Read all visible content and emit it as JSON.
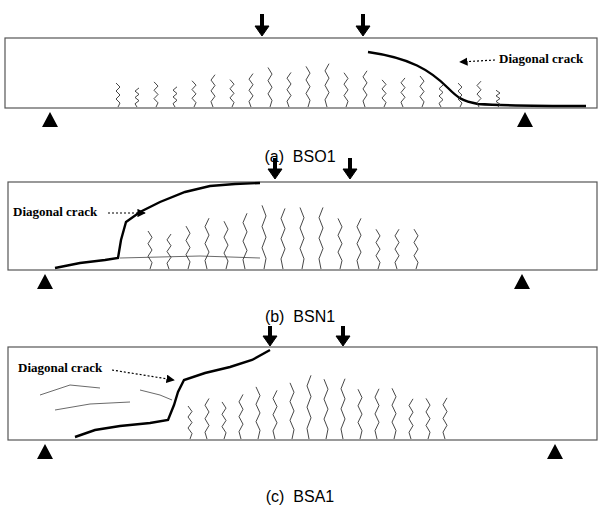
{
  "diagram": {
    "labels": [
      "Diagonal crack",
      "(a)  BSO1",
      "Diagonal crack",
      "(b)  BSN1",
      "Diagonal crack",
      "(c)  BSA1"
    ]
  }
}
